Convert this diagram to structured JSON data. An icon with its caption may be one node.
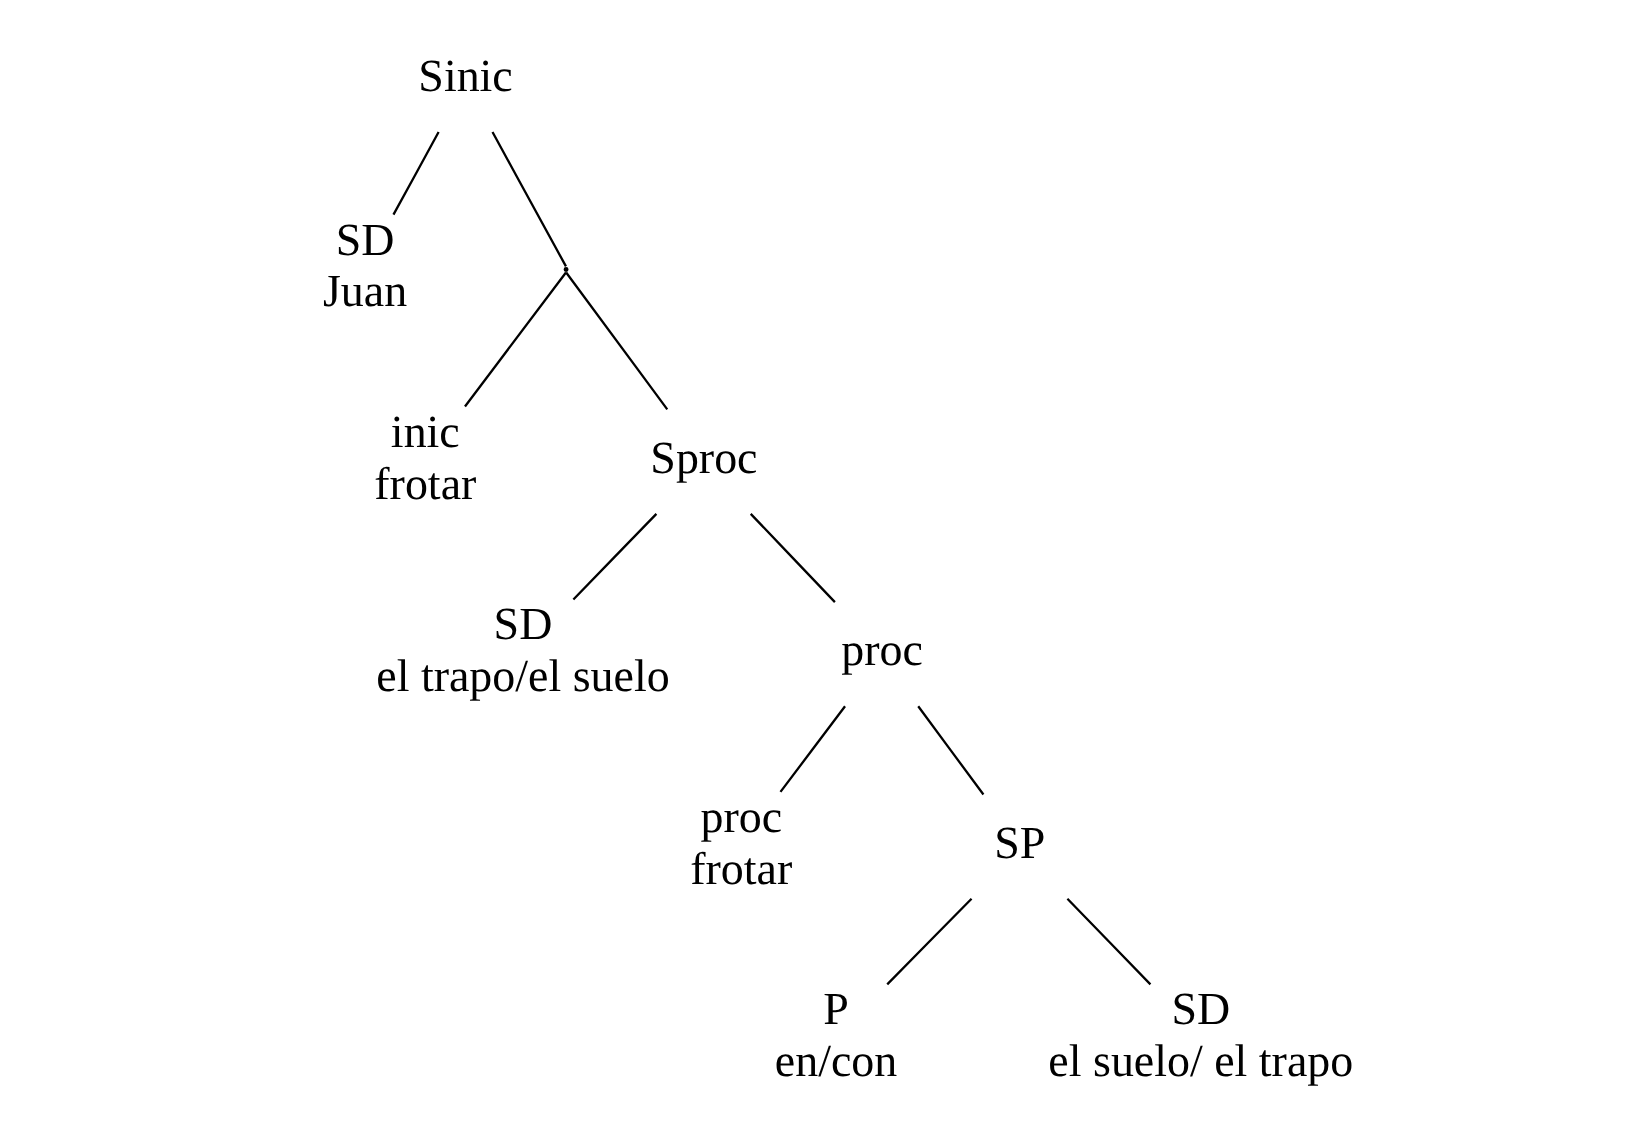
{
  "diagram": {
    "nodes": [
      {
        "text": [
          "Sinic"
        ]
      },
      {
        "text": [
          "SD",
          "Juan"
        ]
      },
      {
        "text": [],
        "shape": "point"
      },
      {
        "text": [
          "inic",
          "frotar"
        ]
      },
      {
        "text": [
          "Sproc"
        ]
      },
      {
        "text": [
          "SD",
          "el trapo/el suelo"
        ]
      },
      {
        "text": [
          "proc"
        ]
      },
      {
        "text": [
          "proc",
          "frotar"
        ]
      },
      {
        "text": [
          "SP"
        ]
      },
      {
        "text": [
          "P",
          "en/con"
        ]
      },
      {
        "text": [
          "SD",
          "el suelo/ el trapo"
        ]
      }
    ],
    "edges": [
      {
        "from": 0,
        "to": 1,
        "arrow": "none"
      },
      {
        "from": 0,
        "to": 2,
        "arrow": "none"
      },
      {
        "from": 2,
        "to": 3,
        "arrow": "none"
      },
      {
        "from": 2,
        "to": 4,
        "arrow": "none"
      },
      {
        "from": 4,
        "to": 5,
        "arrow": "none"
      },
      {
        "from": 4,
        "to": 6,
        "arrow": "none"
      },
      {
        "from": 6,
        "to": 7,
        "arrow": "none"
      },
      {
        "from": 6,
        "to": 8,
        "arrow": "none"
      },
      {
        "from": 8,
        "to": 9,
        "arrow": "none"
      },
      {
        "from": 8,
        "to": 10,
        "arrow": "none"
      }
    ]
  }
}
